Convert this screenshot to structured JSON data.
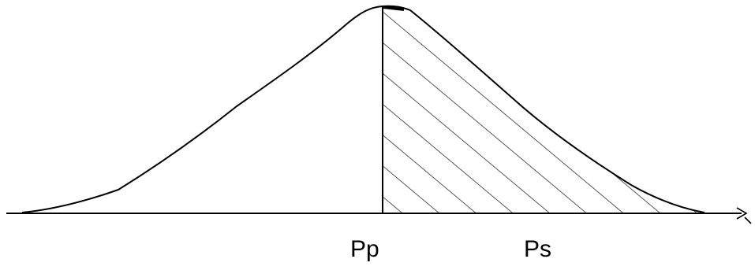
{
  "labels": {
    "pp": "Pp",
    "ps": "Ps"
  },
  "colors": {
    "ink": "#000000",
    "background": "#ffffff"
  },
  "shading": "diagonal-hatch"
}
